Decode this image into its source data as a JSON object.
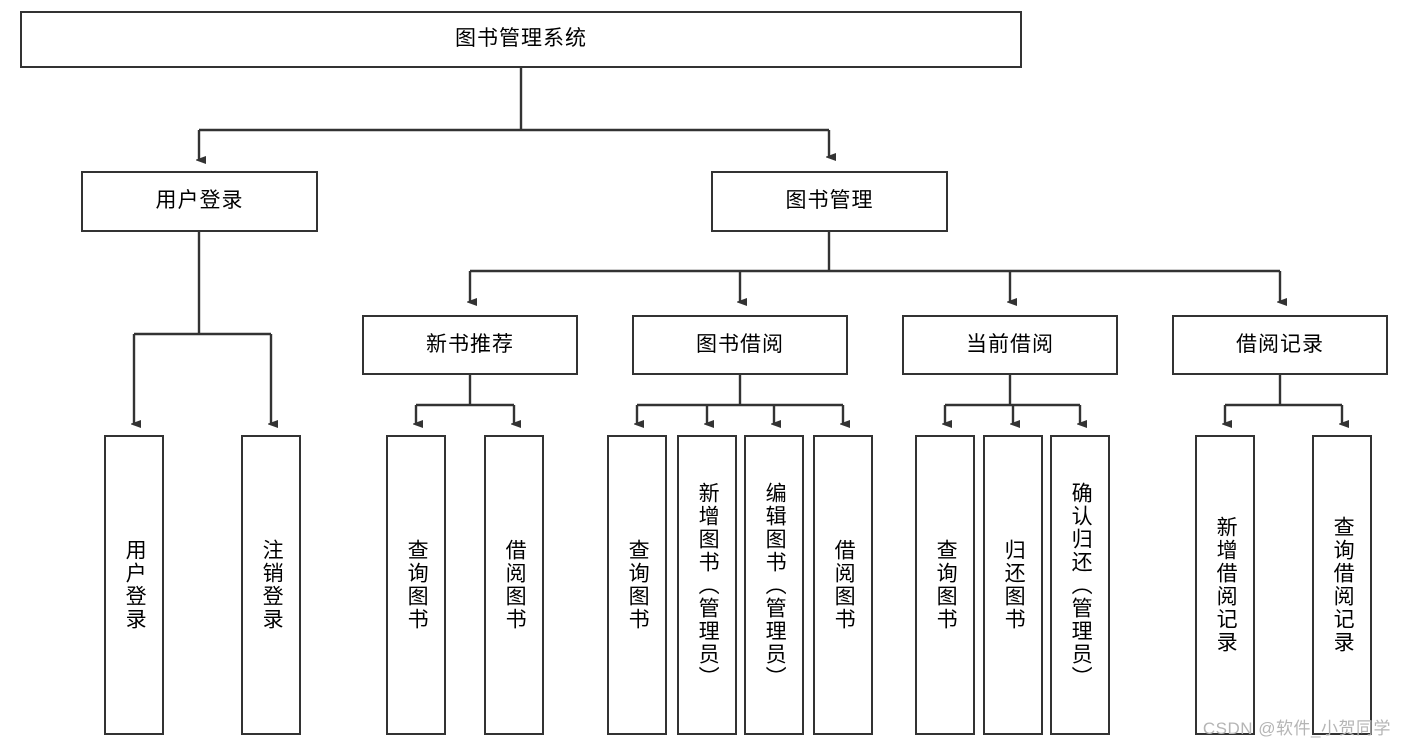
{
  "diagram": {
    "title_node": {
      "label": "图书管理系统"
    },
    "level1": [
      {
        "id": "user-login",
        "label": "用户登录"
      },
      {
        "id": "book-management",
        "label": "图书管理"
      }
    ],
    "level2": [
      {
        "id": "new-book-recommend",
        "label": "新书推荐"
      },
      {
        "id": "book-borrow",
        "label": "图书借阅"
      },
      {
        "id": "current-borrow",
        "label": "当前借阅"
      },
      {
        "id": "borrow-record",
        "label": "借阅记录"
      }
    ],
    "leaves": {
      "user-login": [
        {
          "id": "leaf-user-login",
          "label": "用户登录"
        },
        {
          "id": "leaf-logout-login",
          "label": "注销登录"
        }
      ],
      "new-book-recommend": [
        {
          "id": "leaf-query-book-1",
          "label": "查询图书"
        },
        {
          "id": "leaf-borrow-book-1",
          "label": "借阅图书"
        }
      ],
      "book-borrow": [
        {
          "id": "leaf-query-book-2",
          "label": "查询图书"
        },
        {
          "id": "leaf-add-book",
          "label": "新增图书（管理员）"
        },
        {
          "id": "leaf-edit-book",
          "label": "编辑图书（管理员）"
        },
        {
          "id": "leaf-borrow-book-2",
          "label": "借阅图书"
        }
      ],
      "current-borrow": [
        {
          "id": "leaf-query-book-3",
          "label": "查询图书"
        },
        {
          "id": "leaf-return-book",
          "label": "归还图书"
        },
        {
          "id": "leaf-confirm-return",
          "label": "确认归还（管理员）"
        }
      ],
      "borrow-record": [
        {
          "id": "leaf-add-record",
          "label": "新增借阅记录"
        },
        {
          "id": "leaf-query-record",
          "label": "查询借阅记录"
        }
      ]
    }
  },
  "watermark": {
    "text": "CSDN @软件_小贺同学"
  },
  "colors": {
    "stroke": "#333333",
    "box_fill": "#ffffff",
    "text": "#000000",
    "watermark": "#b5b5b5"
  }
}
